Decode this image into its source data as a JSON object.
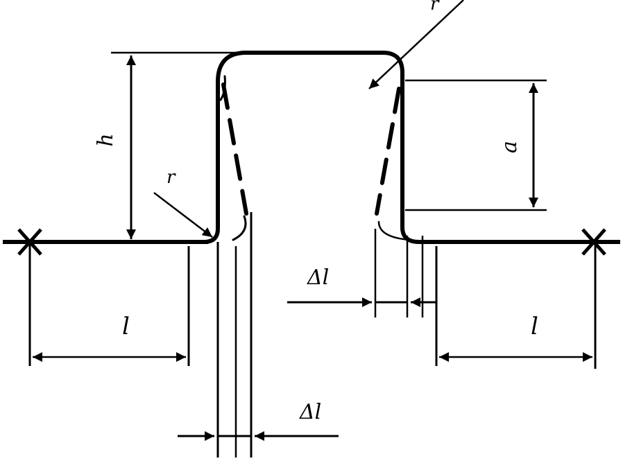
{
  "diagram": {
    "labels": {
      "h": "h",
      "a": "a",
      "r_top": "r",
      "r_bottom": "r",
      "l_left": "l",
      "l_right": "l",
      "dl_right": "Δl",
      "dl_bottom": "Δl"
    },
    "colors": {
      "ink": "#000000",
      "paper": "#ffffff"
    },
    "icons": [
      "fixed-support-cross-icon",
      "arrowhead-icon"
    ]
  }
}
